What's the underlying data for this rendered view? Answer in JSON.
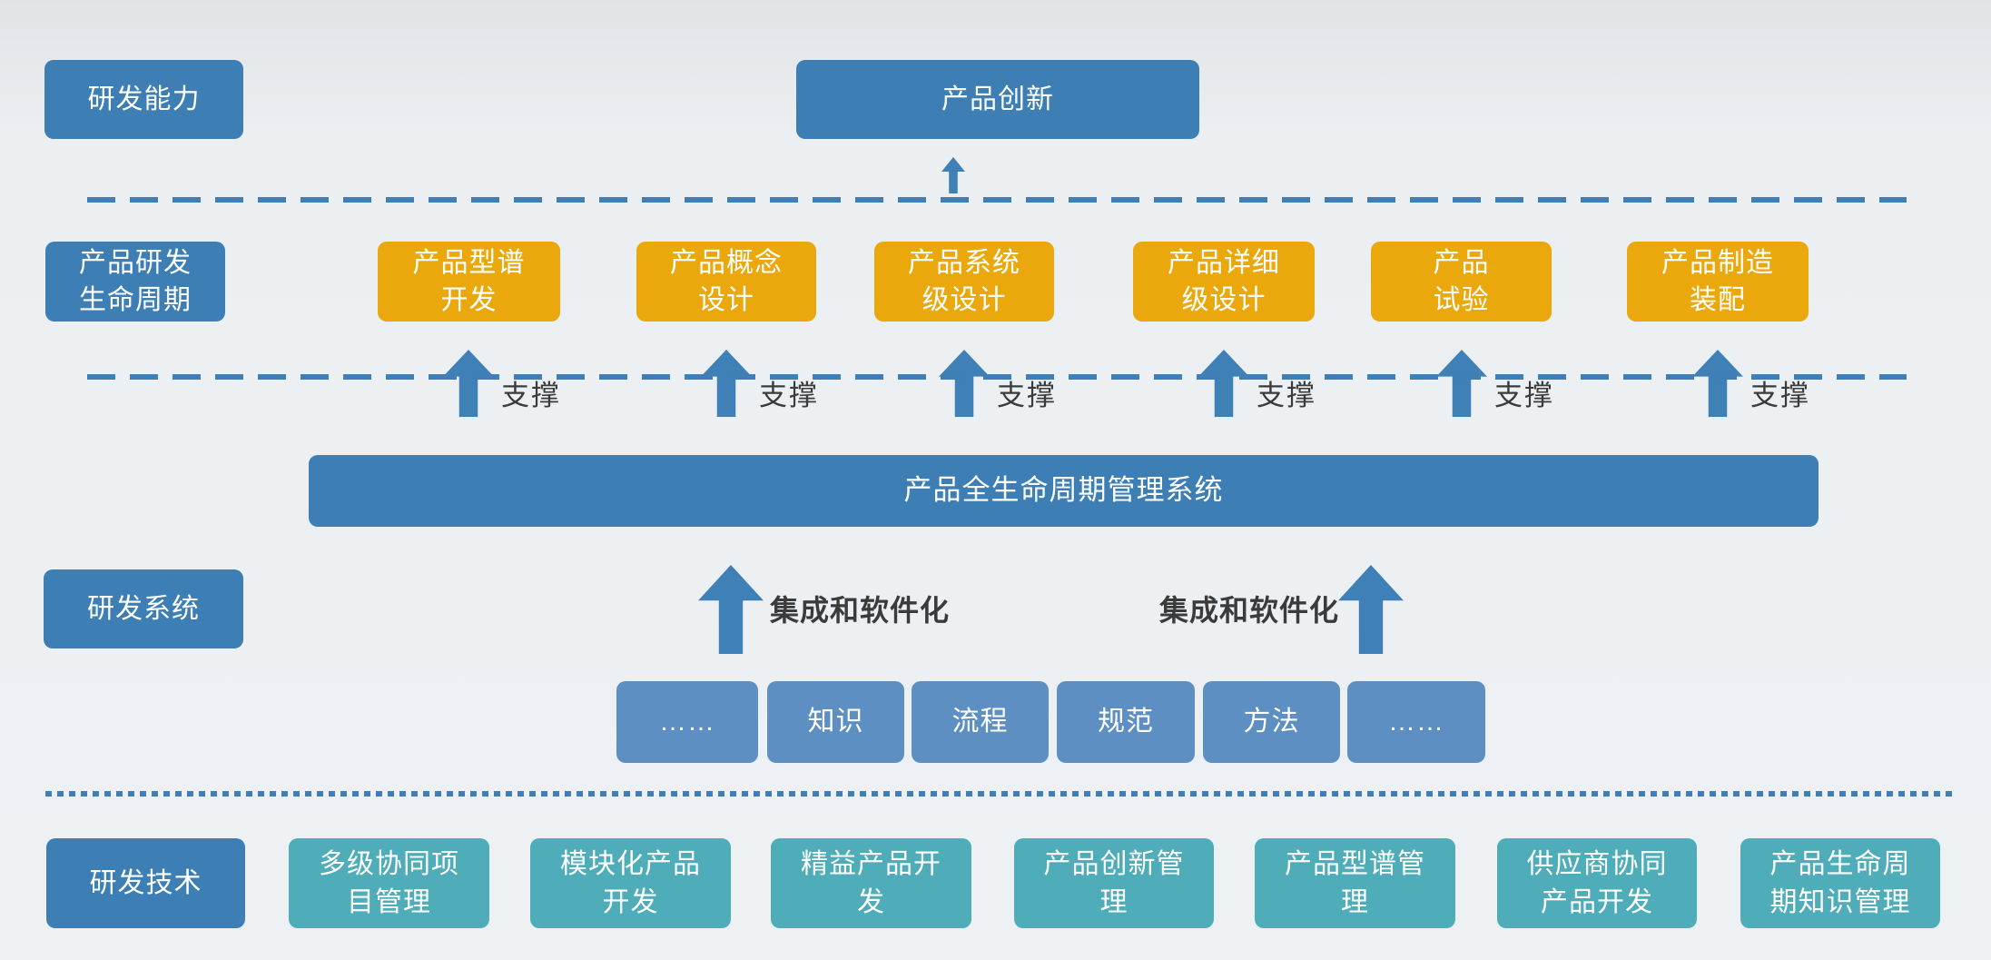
{
  "diagram": {
    "row_capability": {
      "label": "研发能力",
      "center_box": "产品创新"
    },
    "row_lifecycle": {
      "label": "产品研发\n生命周期",
      "stages": [
        "产品型谱\n开发",
        "产品概念\n设计",
        "产品系统\n级设计",
        "产品详细\n级设计",
        "产品\n试验",
        "产品制造\n装配"
      ],
      "support_label": "支撑"
    },
    "row_system": {
      "label": "研发系统",
      "plm_bar": "产品全生命周期管理系统",
      "integration_label": "集成和软件化",
      "assets": [
        "……",
        "知识",
        "流程",
        "规范",
        "方法",
        "……"
      ]
    },
    "row_technology": {
      "label": "研发技术",
      "technologies": [
        "多级协同项\n目管理",
        "模块化产品\n开发",
        "精益产品开\n发",
        "产品创新管\n理",
        "产品型谱管\n理",
        "供应商协同\n产品开发",
        "产品生命周\n期知识管理"
      ]
    },
    "colors": {
      "primary_blue": "#3d7fb5",
      "stage_orange": "#eba80d",
      "asset_light_blue": "#5d8fc2",
      "technology_teal": "#4eadb8",
      "arrow_blue": "#3f80b6",
      "divider_blue": "#3f7fb5",
      "label_text_dark": "#3b3b3b"
    }
  }
}
